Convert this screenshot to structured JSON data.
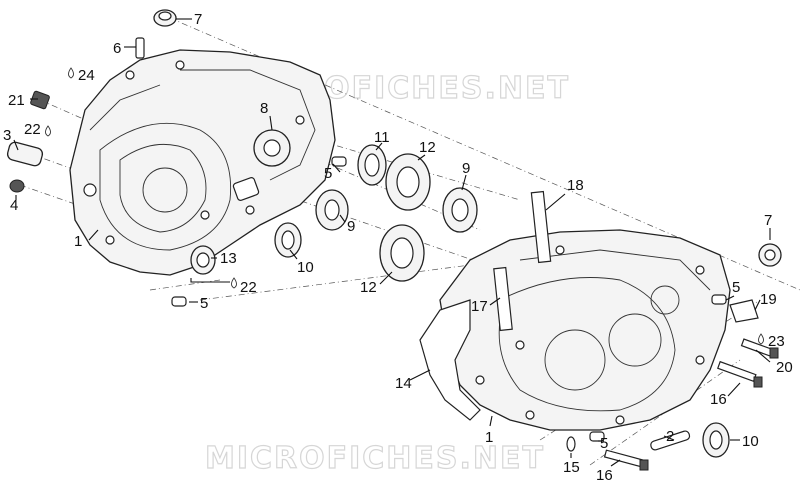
{
  "watermarks": [
    "MICROFICHES.NET",
    "MICROFICHES.NET"
  ],
  "callouts": [
    "7",
    "6",
    "24",
    "21",
    "8",
    "3",
    "22",
    "11",
    "12",
    "9",
    "4",
    "5",
    "1",
    "9",
    "18",
    "13",
    "10",
    "22",
    "5",
    "12",
    "7",
    "17",
    "5",
    "19",
    "23",
    "14",
    "20",
    "16",
    "1",
    "2",
    "10",
    "5",
    "15",
    "16"
  ]
}
